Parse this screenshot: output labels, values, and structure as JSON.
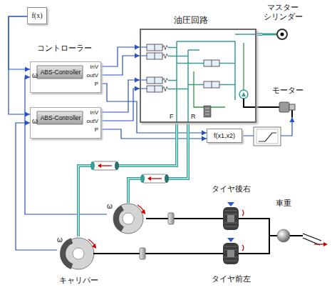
{
  "diagram": {
    "nodes": [
      {
        "text": [
          "f(x)"
        ]
      },
      {
        "text": [
          "ABS-Controller",
          "ω",
          "inV",
          "outV",
          "P"
        ]
      },
      {
        "text": [
          "ABS-Controller",
          "ω",
          "inV",
          "outV",
          "P"
        ]
      },
      {
        "text": [
          "油圧回路",
          "F",
          "R"
        ]
      },
      {
        "text": [
          "マスター シリンダー"
        ]
      },
      {
        "text": [
          "モーター"
        ]
      },
      {
        "text": [
          "f(x1,x2)"
        ]
      },
      {
        "text": [
          "ω"
        ]
      },
      {
        "text": [
          "ω",
          "キャリパー"
        ]
      },
      {
        "text": [
          "タイヤ後右"
        ]
      },
      {
        "text": [
          "タイヤ前左"
        ]
      },
      {
        "text": [
          "車重"
        ]
      }
    ],
    "edges": [
      {
        "from": 0,
        "to": 1,
        "arrow": "to"
      },
      {
        "from": 0,
        "to": 2,
        "arrow": "to"
      },
      {
        "from": 7,
        "to": 1,
        "arrow": "to"
      },
      {
        "from": 8,
        "to": 2,
        "arrow": "to"
      },
      {
        "from": 1,
        "to": 3,
        "arrow": "to"
      },
      {
        "from": 1,
        "to": 3,
        "arrow": "to"
      },
      {
        "from": 2,
        "to": 3,
        "arrow": "to"
      },
      {
        "from": 2,
        "to": 3,
        "arrow": "to"
      },
      {
        "from": 1,
        "to": 6,
        "arrow": "to"
      },
      {
        "from": 2,
        "to": 6,
        "arrow": "to"
      },
      {
        "from": 3,
        "to": 4,
        "arrow": "none"
      },
      {
        "from": 3,
        "to": 5,
        "arrow": "none"
      },
      {
        "from": 6,
        "to": 5,
        "arrow": "to"
      },
      {
        "from": 3,
        "to": 8,
        "arrow": "none"
      },
      {
        "from": 3,
        "to": 7,
        "arrow": "none"
      },
      {
        "from": 7,
        "to": 9,
        "arrow": "none"
      },
      {
        "from": 8,
        "to": 10,
        "arrow": "none"
      },
      {
        "from": 9,
        "to": 11,
        "arrow": "none"
      },
      {
        "from": 10,
        "to": 11,
        "arrow": "none"
      }
    ],
    "labels": [
      "コントローラー"
    ]
  }
}
